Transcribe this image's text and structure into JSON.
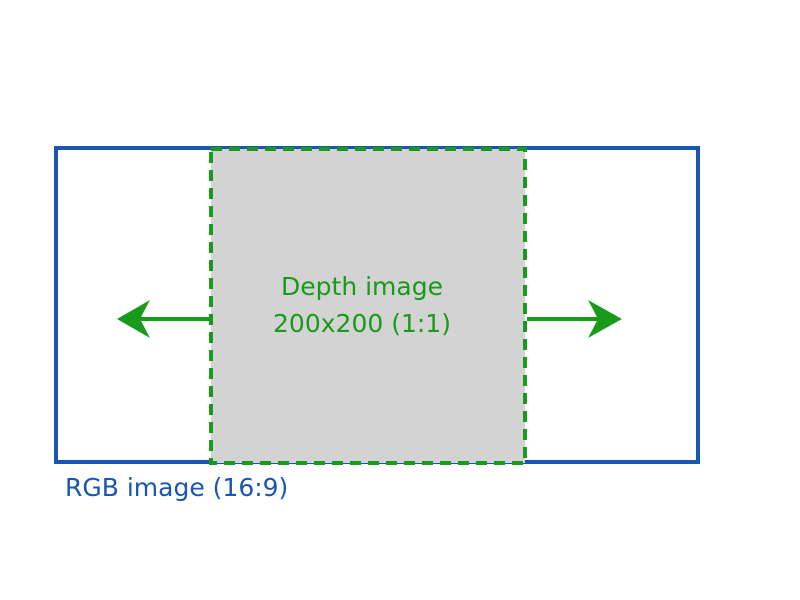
{
  "diagram": {
    "rgb_label": "RGB image (16:9)",
    "depth_label_line1": "Depth image",
    "depth_label_line2": "200x200 (1:1)"
  },
  "colors": {
    "rgb_border": "#1a56b0",
    "depth_border": "#1a9a1a",
    "depth_fill": "#d3d3d3",
    "arrow": "#1a9a1a"
  }
}
